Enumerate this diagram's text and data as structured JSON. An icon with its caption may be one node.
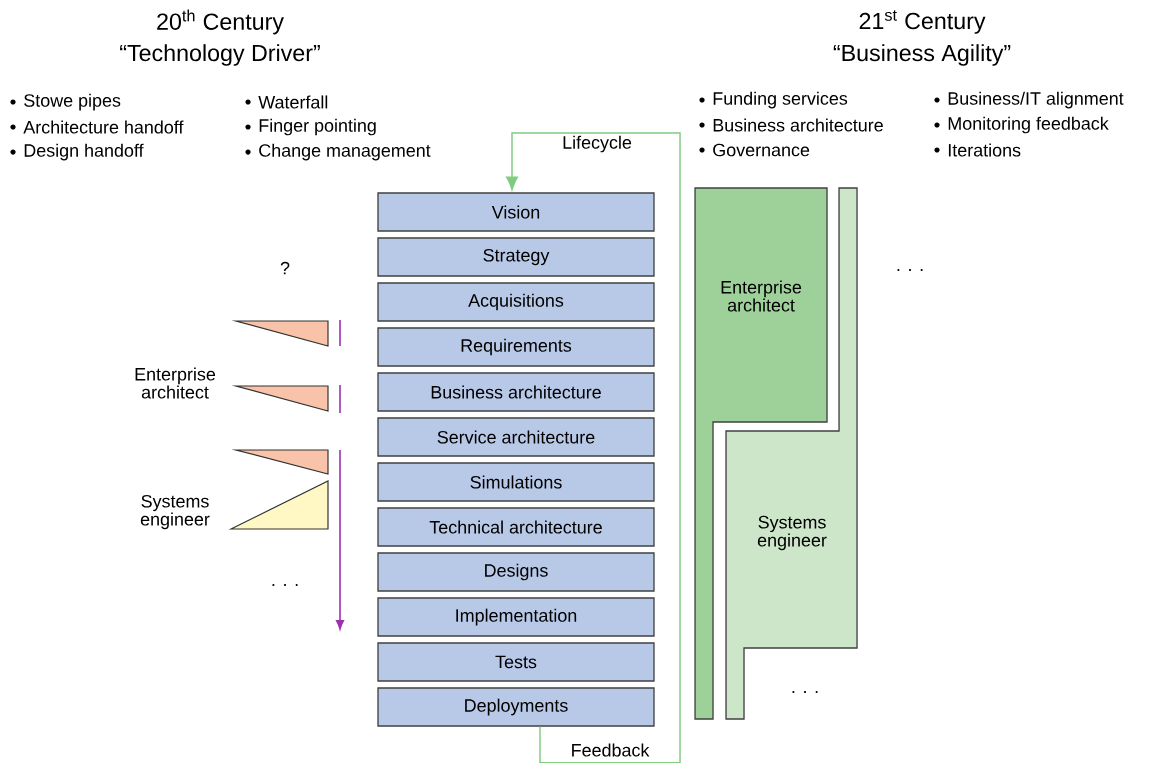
{
  "diagram": {
    "nodes": [
      {
        "text": [
          "Vision"
        ]
      },
      {
        "text": [
          "Strategy"
        ]
      },
      {
        "text": [
          "Acquisitions"
        ]
      },
      {
        "text": [
          "Requirements"
        ]
      },
      {
        "text": [
          "Business architecture"
        ]
      },
      {
        "text": [
          "Service architecture"
        ]
      },
      {
        "text": [
          "Simulations"
        ]
      },
      {
        "text": [
          "Technical architecture"
        ]
      },
      {
        "text": [
          "Designs"
        ]
      },
      {
        "text": [
          "Implementation"
        ]
      },
      {
        "text": [
          "Tests"
        ]
      },
      {
        "text": [
          "Deployments"
        ]
      },
      {
        "text": [
          "Enterprise architect"
        ]
      },
      {
        "text": [
          "Systems engineer"
        ]
      }
    ],
    "edges": [
      {
        "from": 11,
        "to": 0,
        "arrow": "to",
        "label": "Lifecycle",
        "color": "#7fcc7f"
      }
    ],
    "labels": [
      "20$^{th}$ Century",
      "“Technology Driver”",
      "21$^{st}$ Century",
      "“Business Agility”",
      "Stowe pipes",
      "Architecture handoff",
      "Design handoff",
      "Waterfall",
      "Finger pointing",
      "Change management",
      "Funding services",
      "Business architecture",
      "Governance",
      "Business/IT alignment",
      "Monitoring feedback",
      "Iterations",
      "?",
      "Enterprise architect",
      "Systems engineer",
      ". . .",
      ". . .",
      ". . .",
      "Feedback"
    ]
  }
}
